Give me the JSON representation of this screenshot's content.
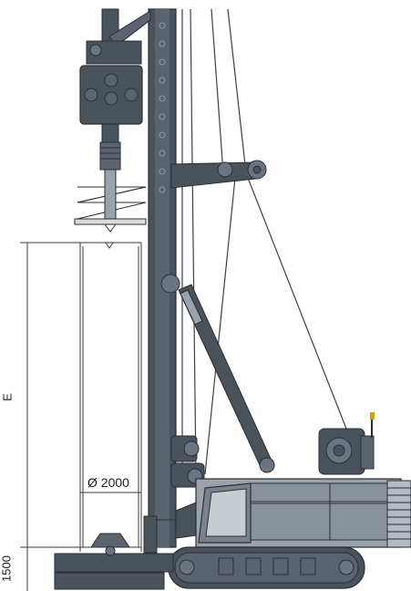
{
  "labels": {
    "depth": "E",
    "diameter": "Ø 2000",
    "base_height": "1500"
  },
  "colors": {
    "machine_dark": "#4a525c",
    "machine_mid": "#6b7480",
    "machine_light": "#9aa2ab",
    "outline": "#2a2f36",
    "dimension_line": "#3a3a3a"
  }
}
